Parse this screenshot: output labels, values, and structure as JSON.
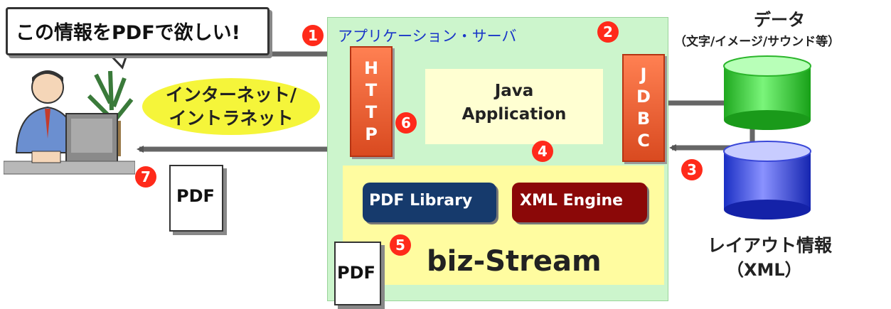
{
  "bubble": {
    "text": "この情報をPDFで欲しい!"
  },
  "network": {
    "line1": "インターネット/",
    "line2": "イントラネット"
  },
  "server": {
    "label": "アプリケーション・サーバ",
    "http_letters": [
      "H",
      "T",
      "T",
      "P"
    ],
    "jdbc_letters": [
      "J",
      "D",
      "B",
      "C"
    ],
    "java_line1": "Java",
    "java_line2": "Application",
    "pdf_library": "PDF Library",
    "xml_engine": "XML Engine",
    "product": "biz-Stream",
    "pdf_doc": "PDF"
  },
  "client_pdf": "PDF",
  "data_store": {
    "title": "データ",
    "subtitle": "（文字/イメージ/サウンド等）"
  },
  "layout_store": {
    "title": "レイアウト情報",
    "subtitle": "（XML）"
  },
  "steps": [
    "1",
    "2",
    "3",
    "4",
    "5",
    "6",
    "7"
  ],
  "colors": {
    "server_bg": "#ccf5cc",
    "biz_bg": "#fffca0",
    "java_bg": "#ffffd2",
    "protocol_box": "#e85a2a",
    "pdf_library": "#163a6c",
    "xml_engine": "#8b0808",
    "step_marker": "#ff2a1a",
    "cylinder_data": "#33dd33",
    "cylinder_layout": "#2233dd",
    "network": "#f5f53a"
  }
}
